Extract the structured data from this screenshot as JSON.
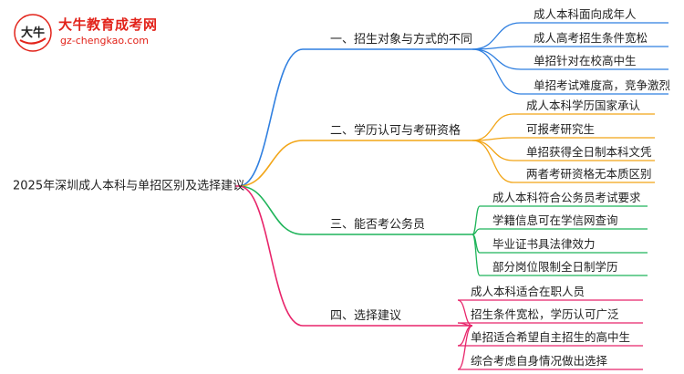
{
  "logo": {
    "name": "大牛教育成考网",
    "url": "gz-chengkao.com",
    "mark_text": "大牛"
  },
  "root": {
    "label": "2025年深圳成人本科与单招区别及选择建议"
  },
  "branches": [
    {
      "label": "一、招生对象与方式的不同",
      "color": "#2f7fe0",
      "leaves": [
        "成人本科面向成年人",
        "成人高考招生条件宽松",
        "单招针对在校高中生",
        "单招考试难度高，竞争激烈"
      ]
    },
    {
      "label": "二、学历认可与考研资格",
      "color": "#f2a516",
      "leaves": [
        "成人本科学历国家承认",
        "可报考研究生",
        "单招获得全日制本科文凭",
        "两者考研资格无本质区别"
      ]
    },
    {
      "label": "三、能否考公务员",
      "color": "#1fb45a",
      "leaves": [
        "成人本科符合公务员考试要求",
        "学籍信息可在学信网查询",
        "毕业证书具法律效力",
        "部分岗位限制全日制学历"
      ]
    },
    {
      "label": "四、选择建议",
      "color": "#e8246a",
      "leaves": [
        "成人本科适合在职人员",
        "招生条件宽松，学历认可广泛",
        "单招适合希望自主招生的高中生",
        "综合考虑自身情况做出选择"
      ]
    }
  ]
}
